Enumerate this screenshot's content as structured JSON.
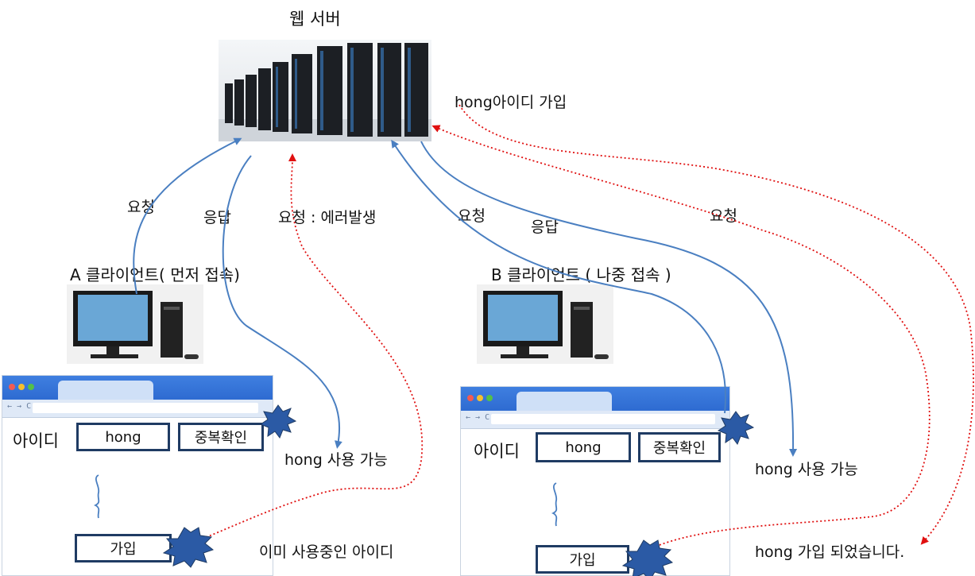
{
  "server": {
    "title": "웹 서버"
  },
  "labels": {
    "a_request": "요청",
    "a_response": "응답",
    "a_request_error": "요청 : 에러발생",
    "b_request": "요청",
    "b_response": "응답",
    "b_request2": "요청",
    "hong_signup": "hong아이디 가입"
  },
  "client_a": {
    "title": "A 클라이언트( 먼저 접속)",
    "id_label": "아이디",
    "id_value": "hong",
    "check_button": "중복확인",
    "signup_button": "가입",
    "result_available": "hong 사용 가능",
    "result_error": "이미 사용중인 아이디"
  },
  "client_b": {
    "title": "B 클라이언트 ( 나중 접속 )",
    "id_label": "아이디",
    "id_value": "hong",
    "check_button": "중복확인",
    "signup_button": "가입",
    "result_available": "hong 사용 가능",
    "result_done": "hong 가입 되었습니다."
  },
  "colors": {
    "blue_arrow": "#4a7fc1",
    "red_arrow": "#e01010",
    "box_border": "#1f3b63",
    "burst": "#2b5aa5"
  }
}
